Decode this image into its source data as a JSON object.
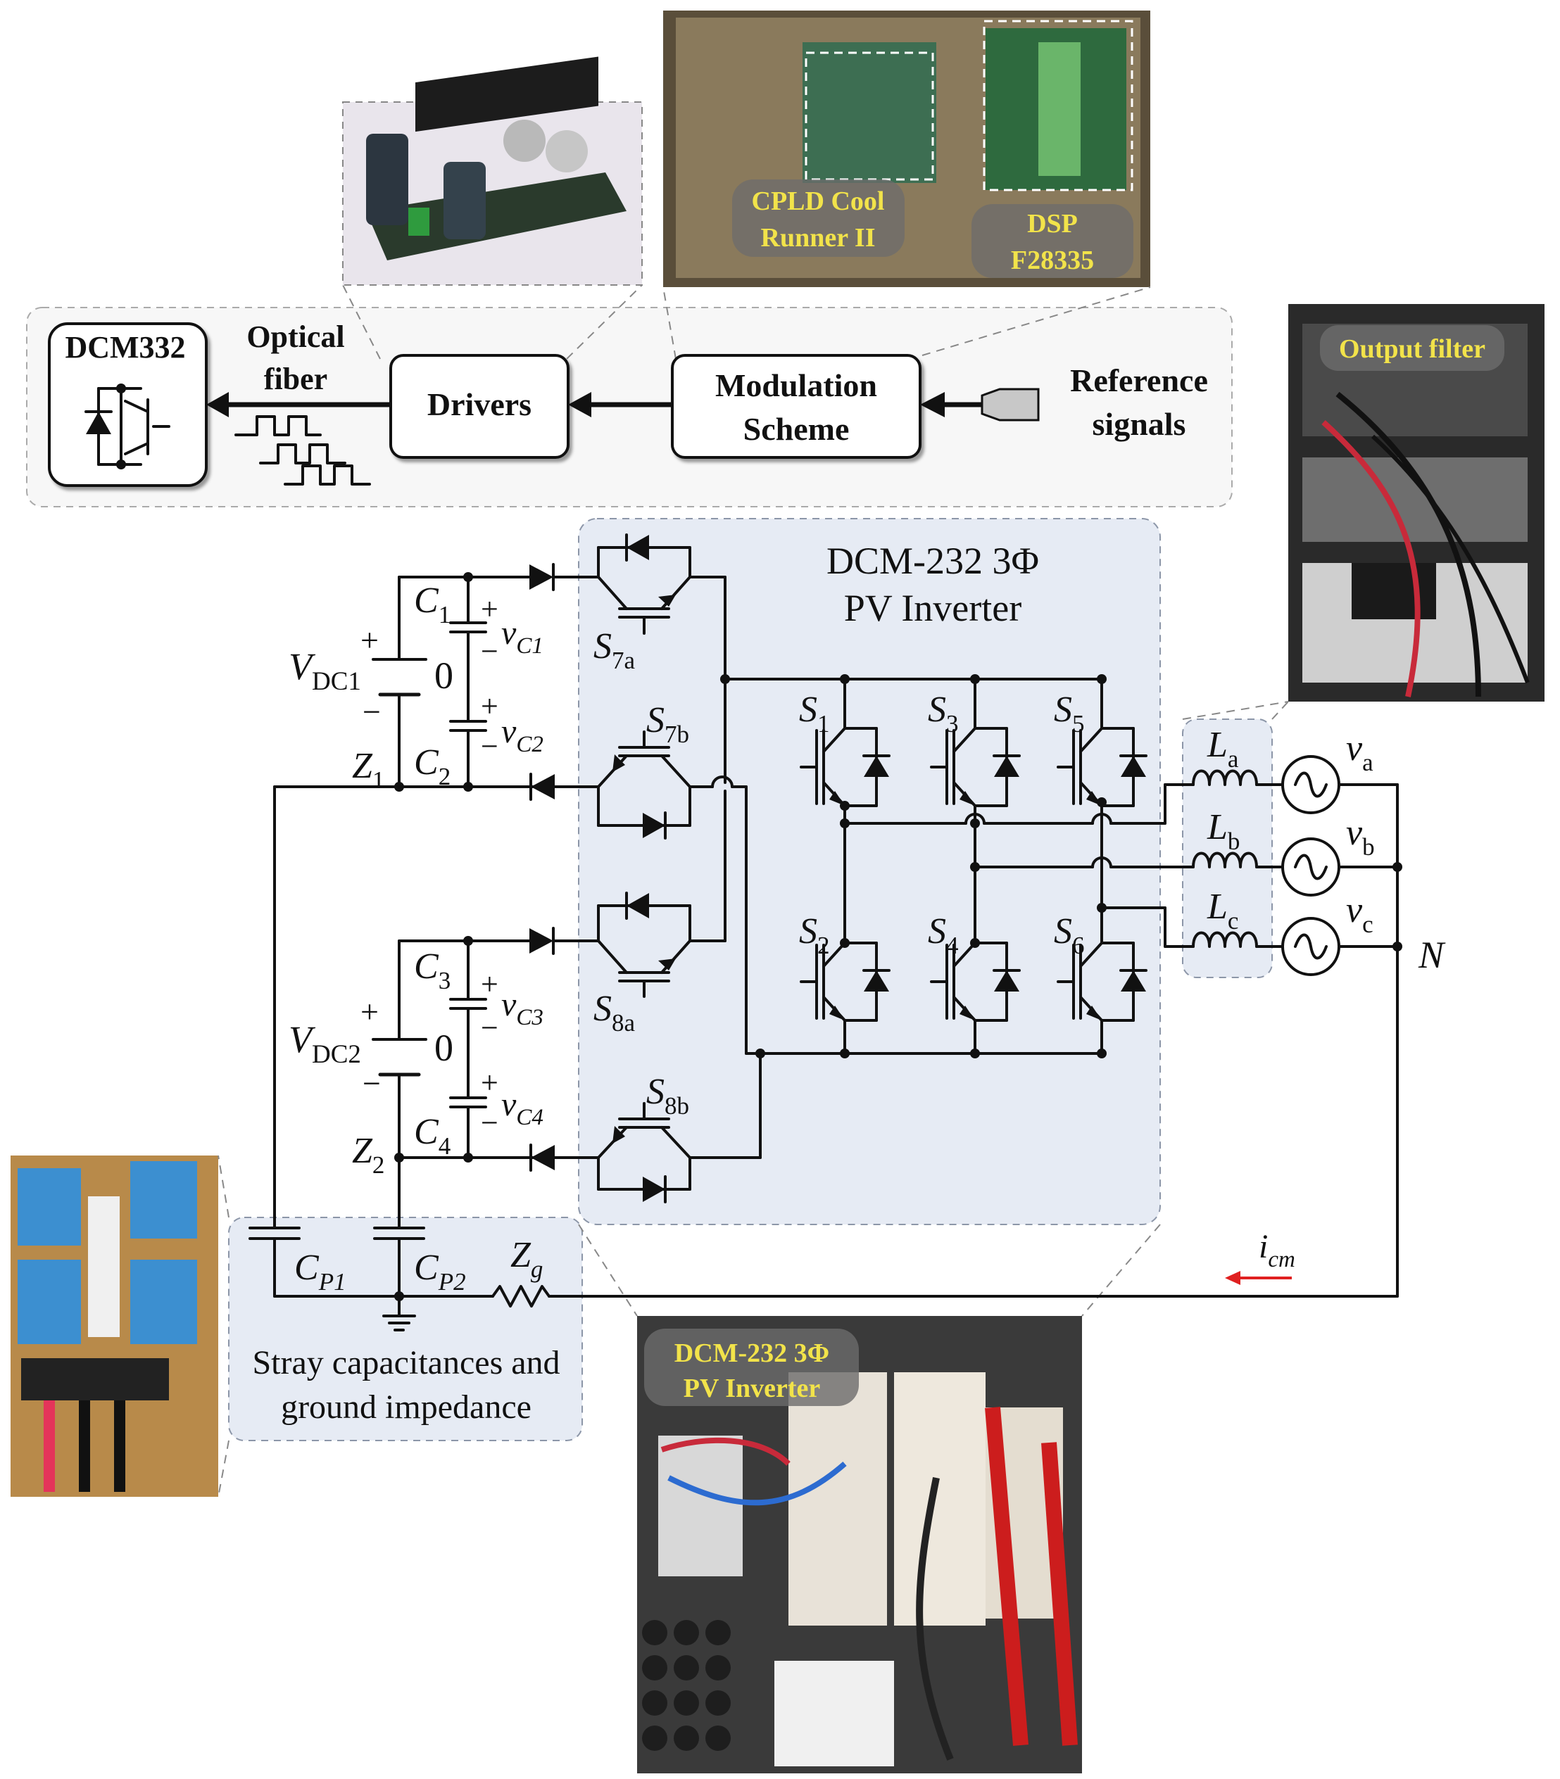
{
  "block_diagram": {
    "dcm_label": "DCM332",
    "optical_fiber_label": "Optical fiber",
    "drivers_label": "Drivers",
    "modulation_label": "Modulation Scheme",
    "reference_label": "Reference signals"
  },
  "photos": {
    "cpld_label": "CPLD Cool Runner II",
    "dsp_label": "DSP F28335",
    "output_filter_label": "Output filter",
    "inverter_photo_label": "DCM-232 3Φ PV Inverter"
  },
  "circuit": {
    "inverter_title_line1": "DCM-232 3Φ",
    "inverter_title_line2": "PV Inverter",
    "stray_label_line1": "Stray capacitances and",
    "stray_label_line2": "ground impedance",
    "components": {
      "vdc1": "VDC1",
      "vdc2": "VDC2",
      "c1": "C1",
      "c2": "C2",
      "c3": "C3",
      "c4": "C4",
      "vc1": "vC1",
      "vc2": "vC2",
      "vc3": "vC3",
      "vc4": "vC4",
      "z1": "Z1",
      "z2": "Z2",
      "s7a": "S7a",
      "s7b": "S7b",
      "s8a": "S8a",
      "s8b": "S8b",
      "s1": "S1",
      "s2": "S2",
      "s3": "S3",
      "s4": "S4",
      "s5": "S5",
      "s6": "S6",
      "la": "La",
      "lb": "Lb",
      "lc": "Lc",
      "va": "va",
      "vb": "vb",
      "vc": "vc",
      "n": "N",
      "cp1": "CP1",
      "cp2": "CP2",
      "zg": "Zg",
      "icm": "icm",
      "zero": "0"
    }
  },
  "colors": {
    "panel": "#e6ebf4",
    "icm_arrow": "#e02020",
    "photo_label": "#f2e34a"
  }
}
